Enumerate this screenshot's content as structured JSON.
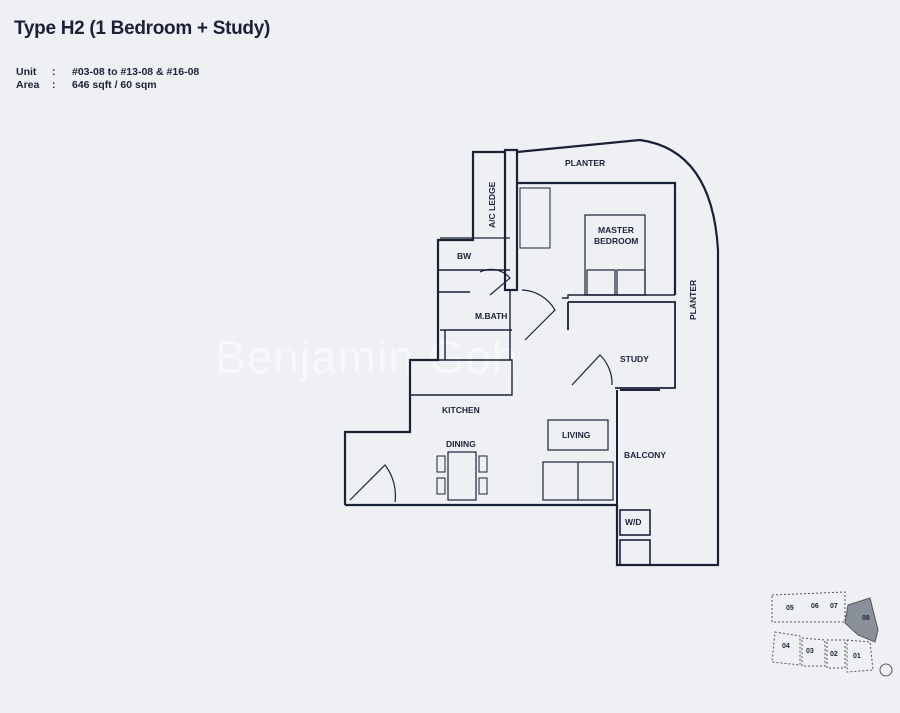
{
  "header": {
    "title": "Type H2 (1 Bedroom + Study)",
    "unit_label": "Unit",
    "unit_value": "#03-08 to #13-08 & #16-08",
    "area_label": "Area",
    "area_value": "646 sqft / 60 sqm",
    "separator": ":"
  },
  "plan": {
    "rooms": {
      "planter_top": "PLANTER",
      "planter_side": "PLANTER",
      "ac_ledge": "A/C LEDGE",
      "master_bedroom_1": "MASTER",
      "master_bedroom_2": "BEDROOM",
      "bw": "BW",
      "m_bath": "M.BATH",
      "study": "STUDY",
      "kitchen": "KITCHEN",
      "dining": "DINING",
      "living": "LIVING",
      "balcony": "BALCONY",
      "wd": "W/D"
    },
    "line_color": "#1b2238"
  },
  "key_plan": {
    "units": [
      "05",
      "06",
      "07",
      "08",
      "04",
      "03",
      "02",
      "01"
    ],
    "highlighted": "08",
    "highlight_color": "#8a9099"
  },
  "watermark": "Benjamin Goh"
}
